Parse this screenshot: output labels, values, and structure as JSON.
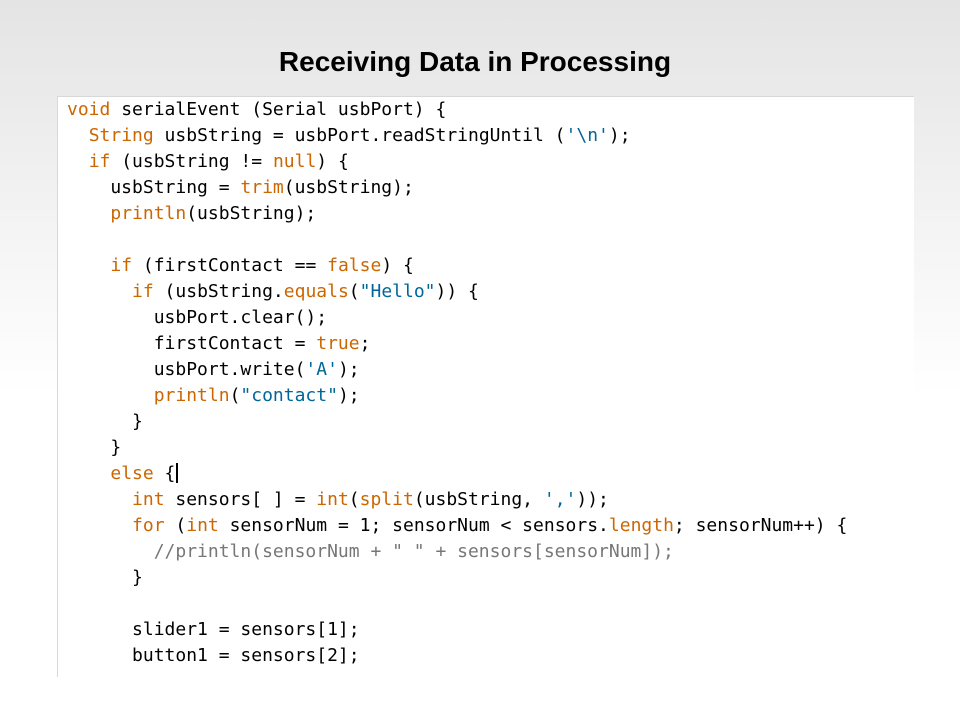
{
  "slide": {
    "title": "Receiving Data in Processing"
  },
  "colors": {
    "keyword": "#cc6600",
    "string": "#006699",
    "comment": "#777777",
    "text": "#000000"
  },
  "code": {
    "lines": [
      [
        {
          "t": "void",
          "k": "kw"
        },
        {
          "t": " serialEvent (Serial usbPort) {",
          "k": "pl"
        }
      ],
      [
        {
          "t": "  ",
          "k": "pl"
        },
        {
          "t": "String",
          "k": "kw"
        },
        {
          "t": " usbString = usbPort.readStringUntil (",
          "k": "pl"
        },
        {
          "t": "'\\n'",
          "k": "str"
        },
        {
          "t": ");",
          "k": "pl"
        }
      ],
      [
        {
          "t": "  ",
          "k": "pl"
        },
        {
          "t": "if",
          "k": "kw"
        },
        {
          "t": " (usbString != ",
          "k": "pl"
        },
        {
          "t": "null",
          "k": "kw"
        },
        {
          "t": ") {",
          "k": "pl"
        }
      ],
      [
        {
          "t": "    usbString = ",
          "k": "pl"
        },
        {
          "t": "trim",
          "k": "fn"
        },
        {
          "t": "(usbString);",
          "k": "pl"
        }
      ],
      [
        {
          "t": "    ",
          "k": "pl"
        },
        {
          "t": "println",
          "k": "fn"
        },
        {
          "t": "(usbString);",
          "k": "pl"
        }
      ],
      [],
      [
        {
          "t": "    ",
          "k": "pl"
        },
        {
          "t": "if",
          "k": "kw"
        },
        {
          "t": " (firstContact == ",
          "k": "pl"
        },
        {
          "t": "false",
          "k": "kw"
        },
        {
          "t": ") {",
          "k": "pl"
        }
      ],
      [
        {
          "t": "      ",
          "k": "pl"
        },
        {
          "t": "if",
          "k": "kw"
        },
        {
          "t": " (usbString.",
          "k": "pl"
        },
        {
          "t": "equals",
          "k": "fn"
        },
        {
          "t": "(",
          "k": "pl"
        },
        {
          "t": "\"Hello\"",
          "k": "str"
        },
        {
          "t": ")) {",
          "k": "pl"
        }
      ],
      [
        {
          "t": "        usbPort.clear();",
          "k": "pl"
        }
      ],
      [
        {
          "t": "        firstContact = ",
          "k": "pl"
        },
        {
          "t": "true",
          "k": "kw"
        },
        {
          "t": ";",
          "k": "pl"
        }
      ],
      [
        {
          "t": "        usbPort.write(",
          "k": "pl"
        },
        {
          "t": "'A'",
          "k": "str"
        },
        {
          "t": ");",
          "k": "pl"
        }
      ],
      [
        {
          "t": "        ",
          "k": "pl"
        },
        {
          "t": "println",
          "k": "fn"
        },
        {
          "t": "(",
          "k": "pl"
        },
        {
          "t": "\"contact\"",
          "k": "str"
        },
        {
          "t": ");",
          "k": "pl"
        }
      ],
      [
        {
          "t": "      }",
          "k": "pl"
        }
      ],
      [
        {
          "t": "    }",
          "k": "pl"
        }
      ],
      [
        {
          "t": "    ",
          "k": "pl"
        },
        {
          "t": "else",
          "k": "kw"
        },
        {
          "t": " {",
          "k": "pl"
        },
        {
          "t": "",
          "k": "caret"
        }
      ],
      [
        {
          "t": "      ",
          "k": "pl"
        },
        {
          "t": "int",
          "k": "kw"
        },
        {
          "t": " sensors[ ] = ",
          "k": "pl"
        },
        {
          "t": "int",
          "k": "kw"
        },
        {
          "t": "(",
          "k": "pl"
        },
        {
          "t": "split",
          "k": "fn"
        },
        {
          "t": "(usbString, ",
          "k": "pl"
        },
        {
          "t": "','",
          "k": "str"
        },
        {
          "t": "));",
          "k": "pl"
        }
      ],
      [
        {
          "t": "      ",
          "k": "pl"
        },
        {
          "t": "for",
          "k": "kw"
        },
        {
          "t": " (",
          "k": "pl"
        },
        {
          "t": "int",
          "k": "kw"
        },
        {
          "t": " sensorNum = 1; sensorNum < sensors.",
          "k": "pl"
        },
        {
          "t": "length",
          "k": "fn"
        },
        {
          "t": "; sensorNum++) {",
          "k": "pl"
        }
      ],
      [
        {
          "t": "        ",
          "k": "pl"
        },
        {
          "t": "//println(sensorNum + \" \" + sensors[sensorNum]);",
          "k": "cm"
        }
      ],
      [
        {
          "t": "      }",
          "k": "pl"
        }
      ],
      [],
      [
        {
          "t": "      slider1 = sensors[1];",
          "k": "pl"
        }
      ],
      [
        {
          "t": "      button1 = sensors[2];",
          "k": "pl"
        }
      ]
    ]
  }
}
